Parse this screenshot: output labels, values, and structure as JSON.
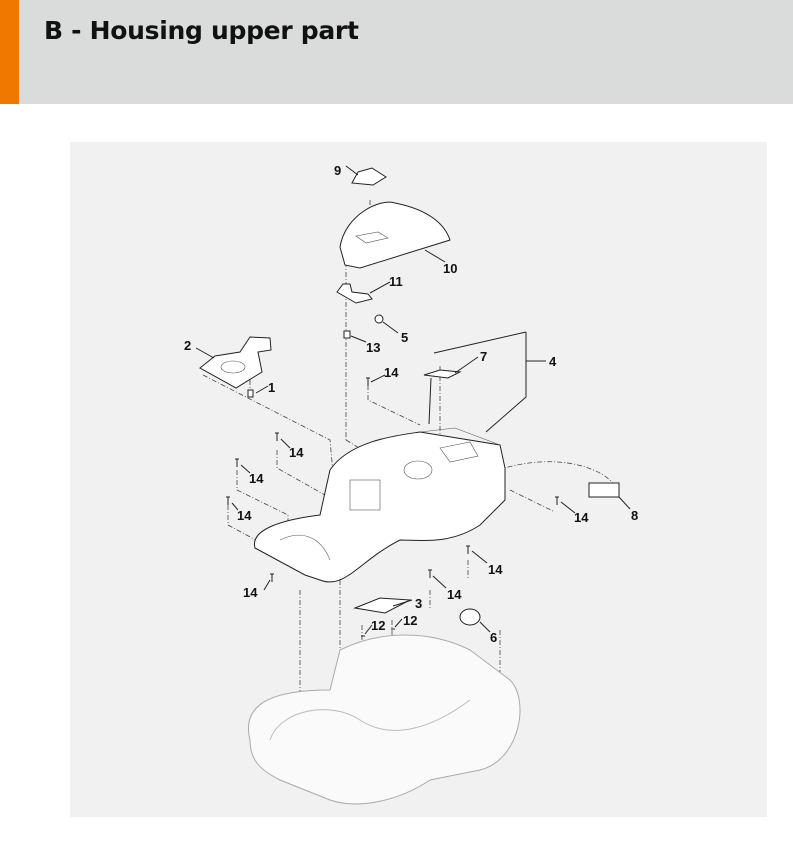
{
  "header": {
    "title": "B - Housing upper part",
    "accent_color": "#f07800"
  },
  "diagram": {
    "callouts": [
      "9",
      "10",
      "11",
      "5",
      "13",
      "2",
      "1",
      "7",
      "4",
      "14",
      "14",
      "14",
      "14",
      "14",
      "8",
      "14",
      "14",
      "14",
      "3",
      "12",
      "12",
      "6"
    ]
  }
}
